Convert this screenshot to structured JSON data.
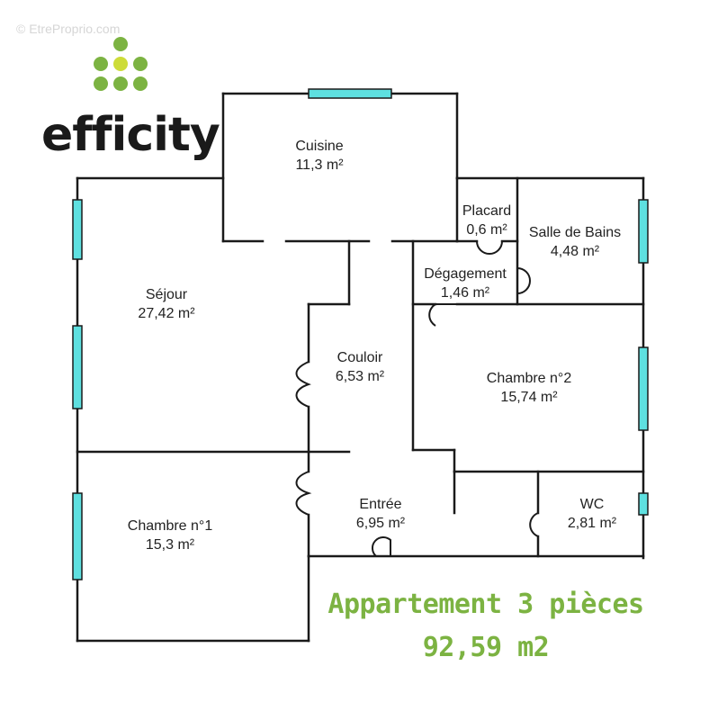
{
  "watermark": "© EtreProprio.com",
  "logo": {
    "text": "efficity",
    "dot_color": "#7cb342",
    "center_dot_color": "#cddc39",
    "text_color": "#1a1a1a"
  },
  "colors": {
    "wall": "#1a1a1a",
    "window": "#5ee0e0",
    "caption": "#7cb342"
  },
  "rooms": [
    {
      "name": "Cuisine",
      "area": "11,3  m²"
    },
    {
      "name": "Placard",
      "area": "0,6  m²"
    },
    {
      "name": "Salle de Bains",
      "area": "4,48  m²"
    },
    {
      "name": "Dégagement",
      "area": "1,46  m²"
    },
    {
      "name": "Séjour",
      "area": "27,42  m²"
    },
    {
      "name": "Couloir",
      "area": "6,53  m²"
    },
    {
      "name": "Chambre n°2",
      "area": "15,74  m²"
    },
    {
      "name": "Entrée",
      "area": "6,95  m²"
    },
    {
      "name": "WC",
      "area": "2,81  m²"
    },
    {
      "name": "Chambre n°1",
      "area": "15,3  m²"
    }
  ],
  "caption": {
    "line1": "Appartement 3 pièces",
    "line2": "92,59 m2"
  }
}
